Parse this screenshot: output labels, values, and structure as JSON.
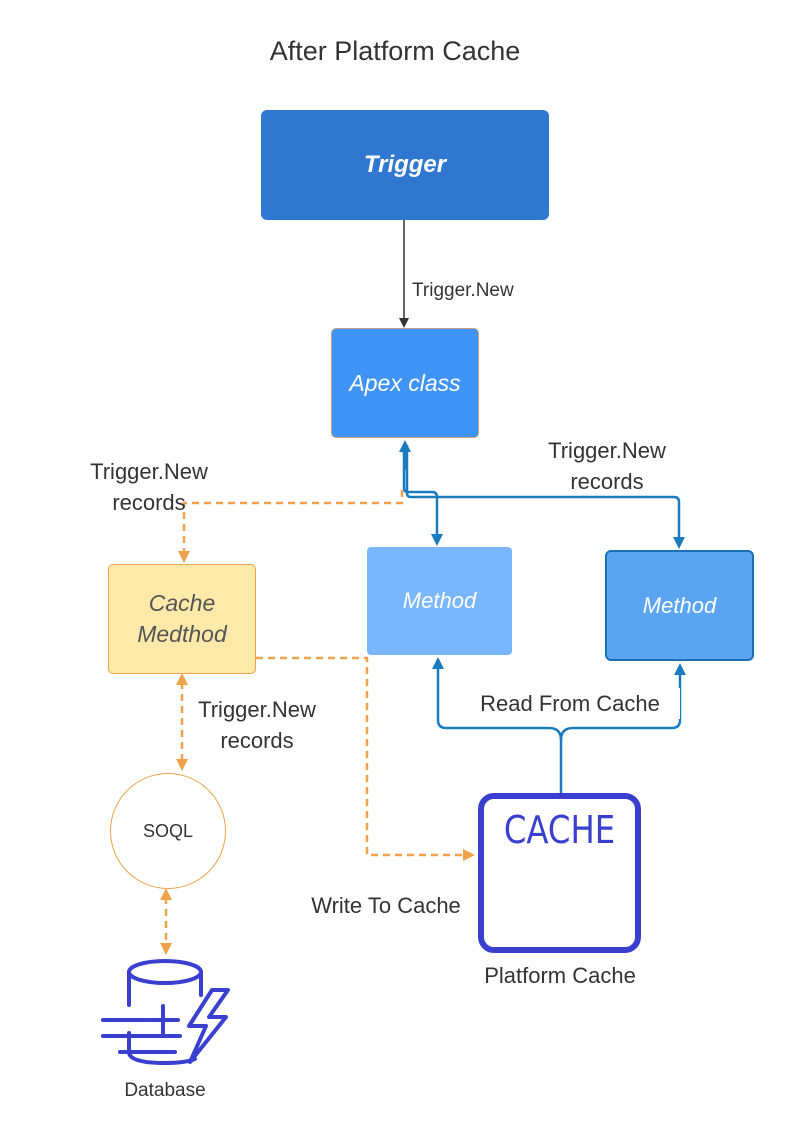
{
  "title": "After Platform Cache",
  "nodes": {
    "trigger": "Trigger",
    "apex_class": "Apex class",
    "cache_method_line1": "Cache",
    "cache_method_line2": "Medthod",
    "method_left": "Method",
    "method_right": "Method",
    "cache": "CACHE",
    "platform_cache": "Platform Cache",
    "soql": "SOQL",
    "database": "Database"
  },
  "edge_labels": {
    "trigger_to_apex": "Trigger.New",
    "apex_to_cache_method_line1": "Trigger.New",
    "apex_to_cache_method_line2": "records",
    "apex_to_methods_line1": "Trigger.New",
    "apex_to_methods_line2": "records",
    "cache_method_soql_line1": "Trigger.New",
    "cache_method_soql_line2": "records",
    "read_from_cache": "Read From Cache",
    "write_to_cache": "Write To Cache"
  },
  "colors": {
    "trigger": "#2f77d0",
    "apex": "#3f94f5",
    "cache_method": "#fde9a9",
    "orange": "#f0a24a",
    "blue_connector": "#1a7bbf",
    "cache_border": "#3a3fd0"
  }
}
